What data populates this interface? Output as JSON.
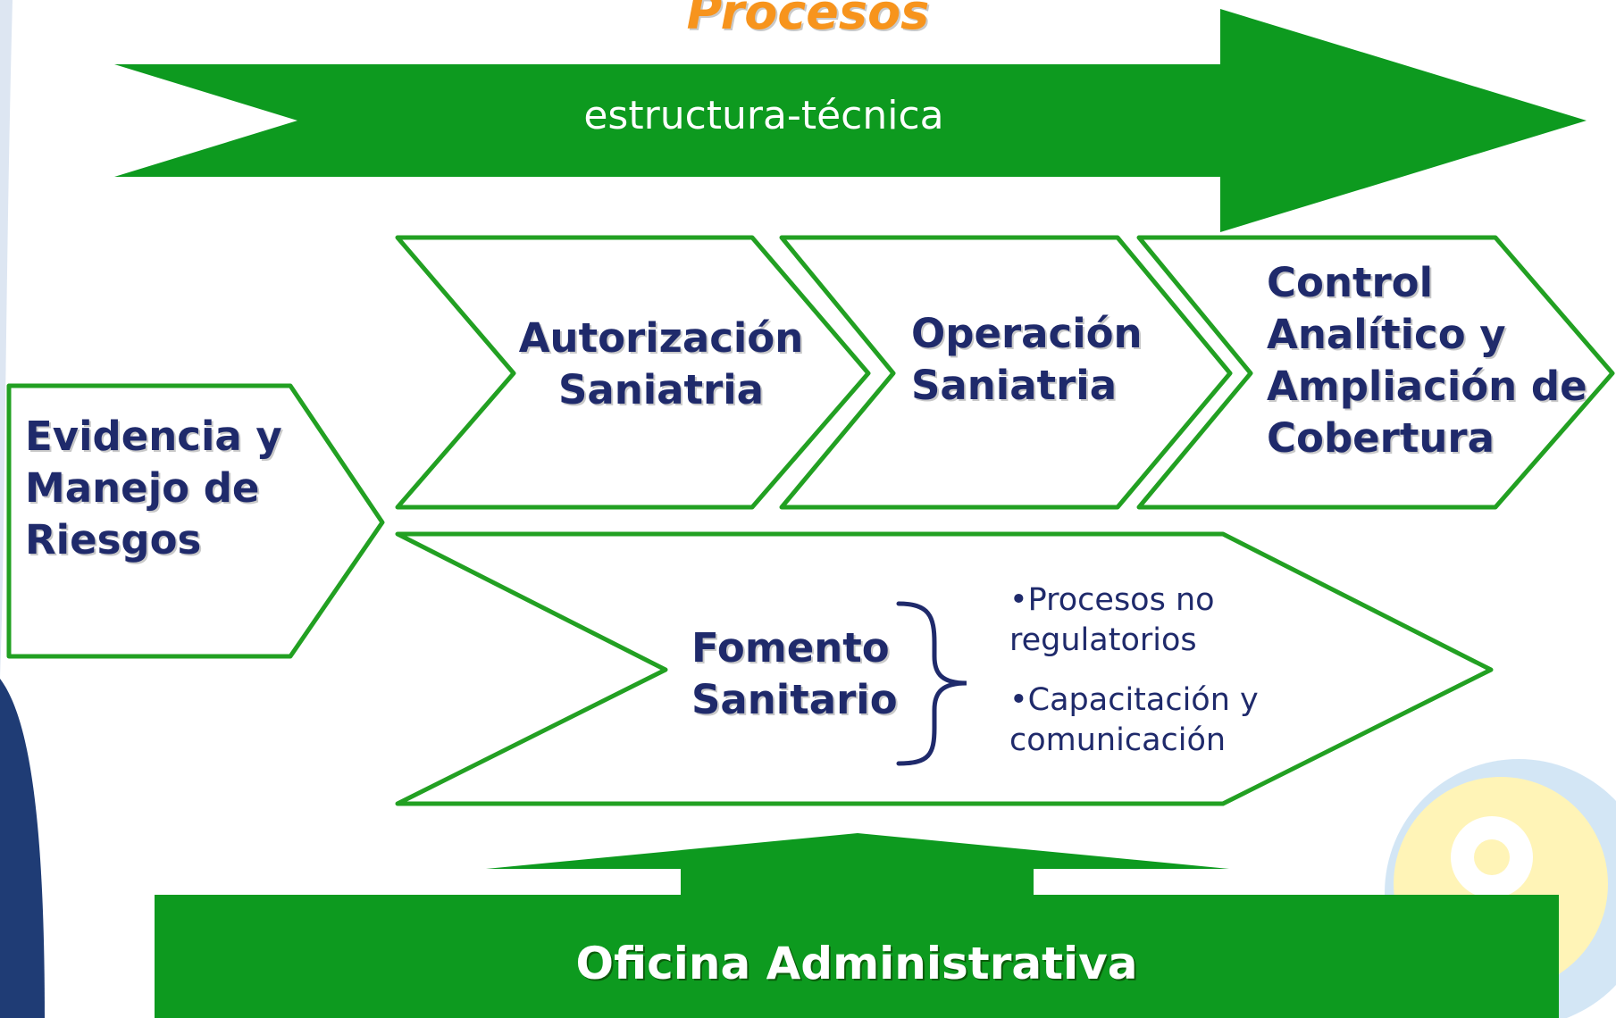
{
  "title": "Procesos",
  "top_arrow_label": "estructura-técnica",
  "boxes": {
    "evidencia": [
      "Evidencia y",
      "Manejo de",
      "Riesgos"
    ],
    "autorizacion": [
      "Autorización",
      "Saniatria"
    ],
    "operacion": [
      "Operación",
      "Saniatria"
    ],
    "control": [
      "Control",
      "Analítico y",
      "Ampliación de",
      "Cobertura"
    ],
    "fomento": [
      "Fomento",
      "Sanitario"
    ]
  },
  "fomento_items": [
    {
      "line1": "•Procesos no",
      "line2": "regulatorios"
    },
    {
      "line1": "•Capacitación y",
      "line2": "comunicación"
    }
  ],
  "footer_label": "Oficina Administrativa",
  "colors": {
    "green": "#0d9a1f",
    "outline_green": "#22a022",
    "text_navy": "#1f2a6b",
    "title_orange": "#f7941d",
    "left_band_blue": "#1f3c75",
    "logo_yellow": "#fff3b0",
    "logo_blue": "#cfe4f5"
  },
  "icons": [
    "curly-brace",
    "logo-watermark"
  ]
}
